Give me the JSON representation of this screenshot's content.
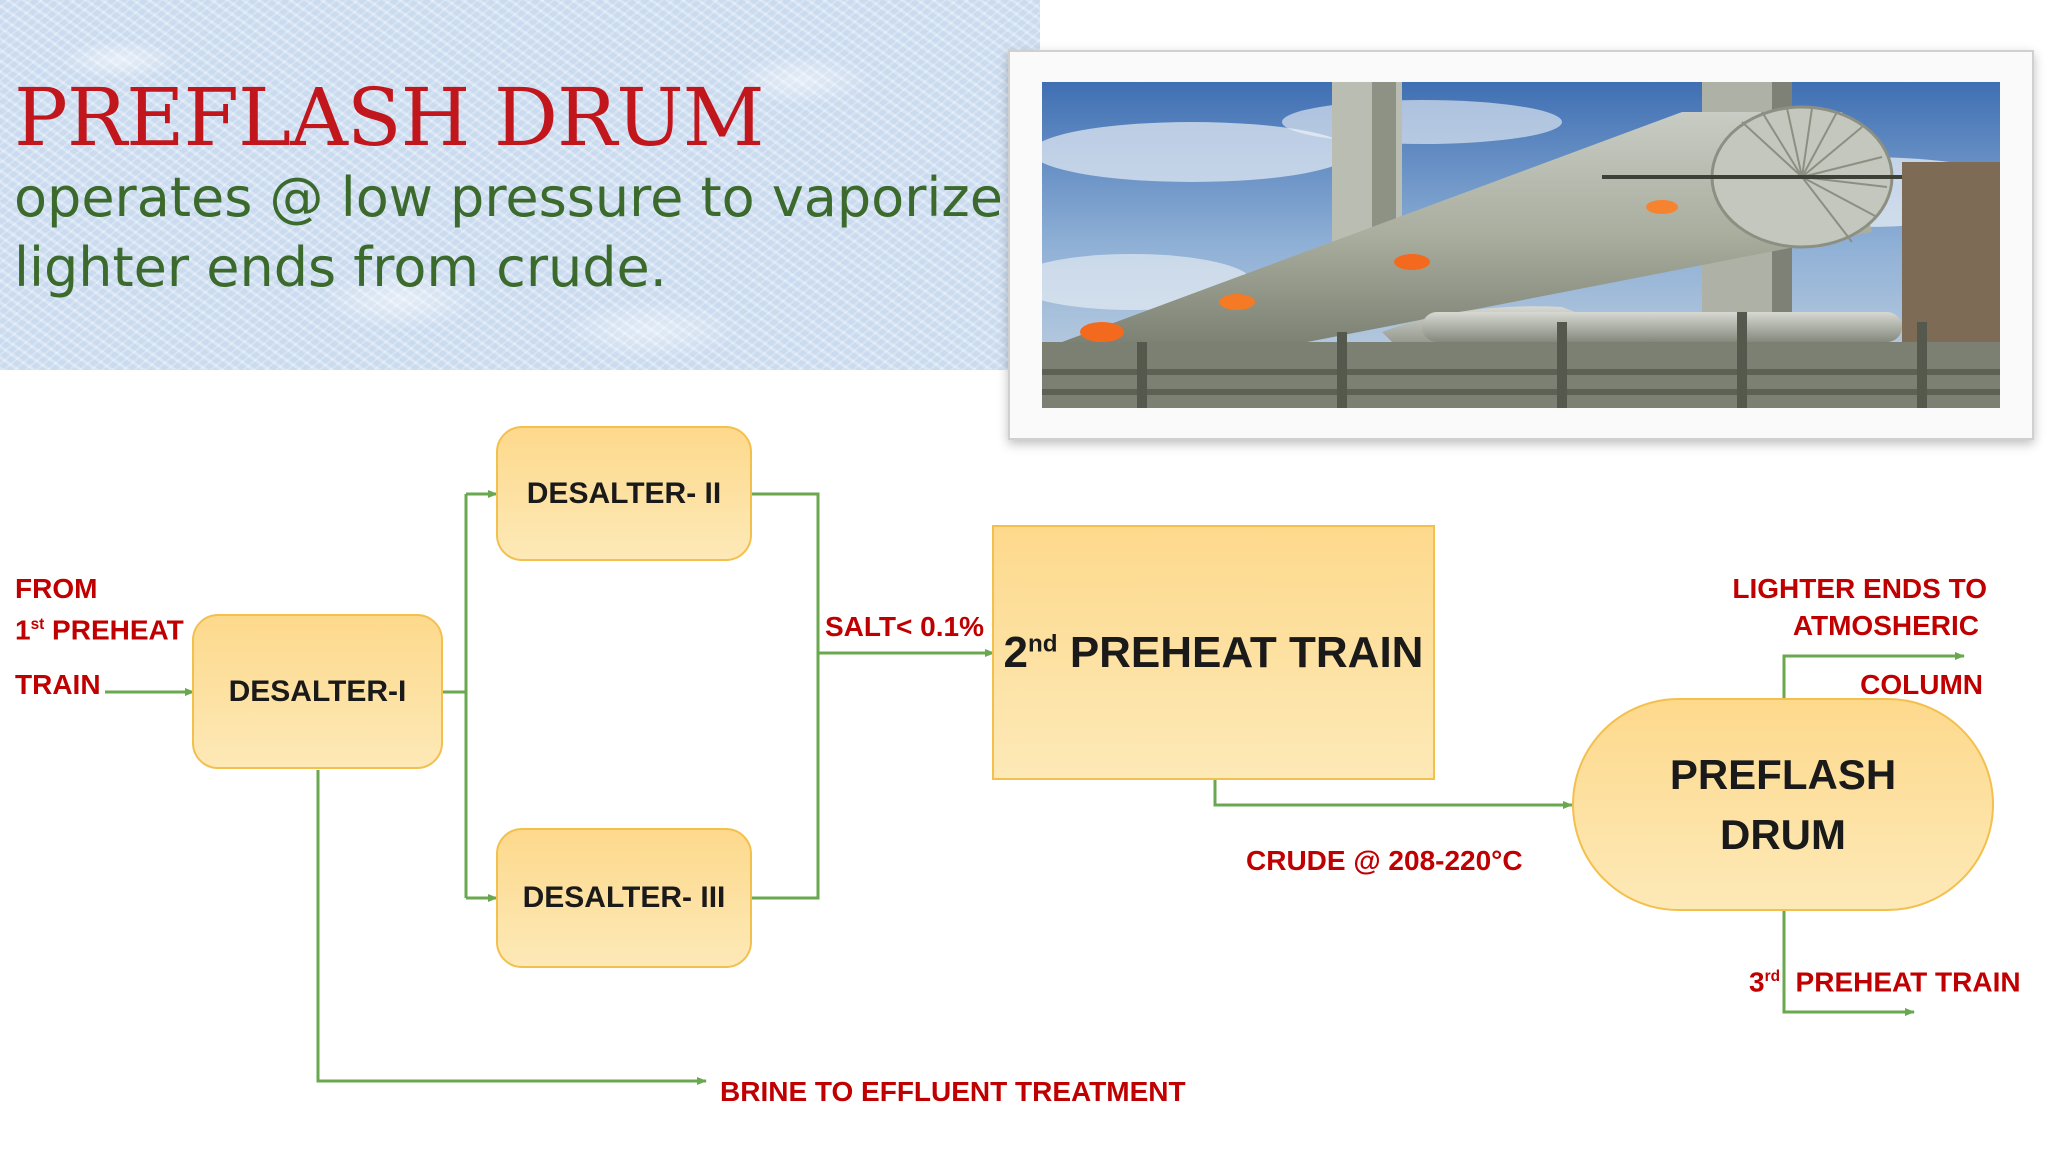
{
  "header": {
    "title": "PREFLASH DRUM",
    "subtitle": "operates @ low pressure to vaporize lighter ends from crude."
  },
  "nodes": {
    "desalter_1": "DESALTER-I",
    "desalter_2": "DESALTER- II",
    "desalter_3": "DESALTER- III",
    "preheat_train_2": {
      "sup_prefix": "2",
      "sup": "nd",
      "label": "PREHEAT TRAIN"
    },
    "preflash_drum": [
      "PREFLASH",
      "DRUM"
    ]
  },
  "labels": {
    "from_line1": "FROM",
    "from_line2_prefix": "1",
    "from_line2_sup": "st",
    "from_line2_rest": " PREHEAT",
    "from_line3": "TRAIN",
    "salt": "SALT< 0.1%",
    "crude": "CRUDE @ 208-220°C",
    "lighter_line1": "LIGHTER ENDS TO",
    "lighter_line2": "ATMOSHERIC",
    "lighter_line3": "COLUMN",
    "third_prefix": "3",
    "third_sup": "rd",
    "third_rest": "  PREHEAT TRAIN",
    "brine": "BRINE TO EFFLUENT TREATMENT"
  },
  "colors": {
    "title": "#c0161c",
    "subtitle": "#3b6a2c",
    "label": "#c00000",
    "box_fill": "#fde2a0",
    "box_border": "#f3c04d",
    "flow_line": "#6aa84f"
  }
}
